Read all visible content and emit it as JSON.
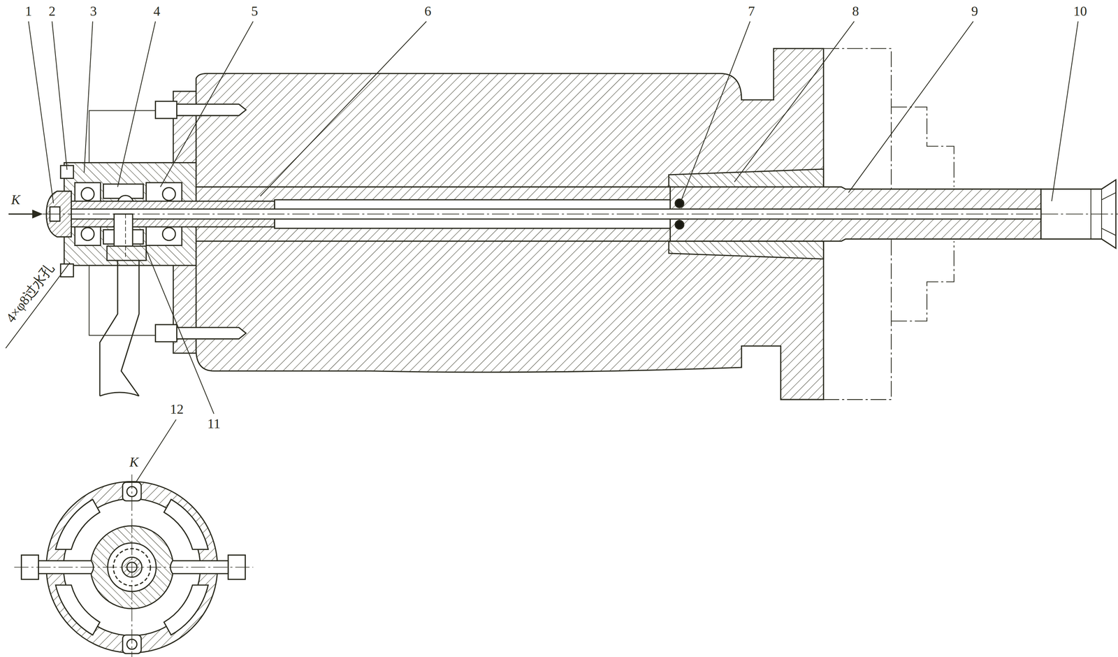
{
  "diagram": {
    "labels": [
      "1",
      "2",
      "3",
      "4",
      "5",
      "6",
      "7",
      "8",
      "9",
      "10",
      "11",
      "12",
      "K",
      "K",
      "4×φ8过水孔"
    ]
  }
}
